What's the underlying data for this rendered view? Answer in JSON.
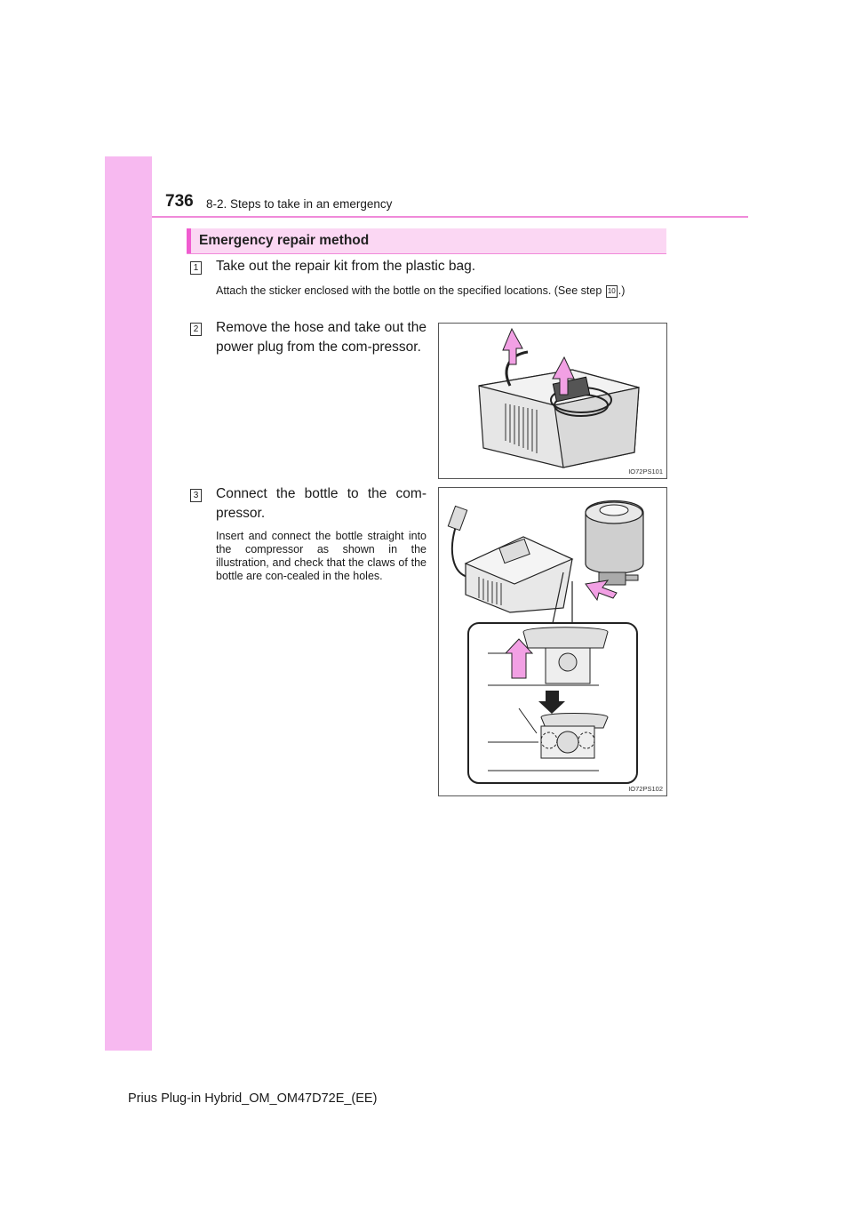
{
  "header": {
    "page_number": "736",
    "section": "8-2. Steps to take in an emergency"
  },
  "method_heading": "Emergency repair method",
  "steps": [
    {
      "number": "1",
      "text": "Take out the repair kit from the plastic bag.",
      "note_prefix": "Attach the sticker enclosed with the bottle on the specified locations. (See step",
      "note_ref": "10",
      "note_suffix": ".)"
    },
    {
      "number": "2",
      "text": "Remove the hose and take out the power plug from the com-pressor.",
      "figure_code": "IO72PS101"
    },
    {
      "number": "3",
      "text": "Connect the bottle to the com-pressor.",
      "note": "Insert and connect the bottle straight into the compressor as shown in the illustration, and check that the claws of the bottle are con-cealed in the holes.",
      "figure_code": "IO72PS102"
    }
  ],
  "footer": "Prius Plug-in Hybrid_OM_OM47D72E_(EE)",
  "colors": {
    "side_band": "#f7b9f0",
    "accent": "#f05cd0",
    "heading_bg": "#fbd7f3",
    "arrow": "#f2a0e4"
  }
}
